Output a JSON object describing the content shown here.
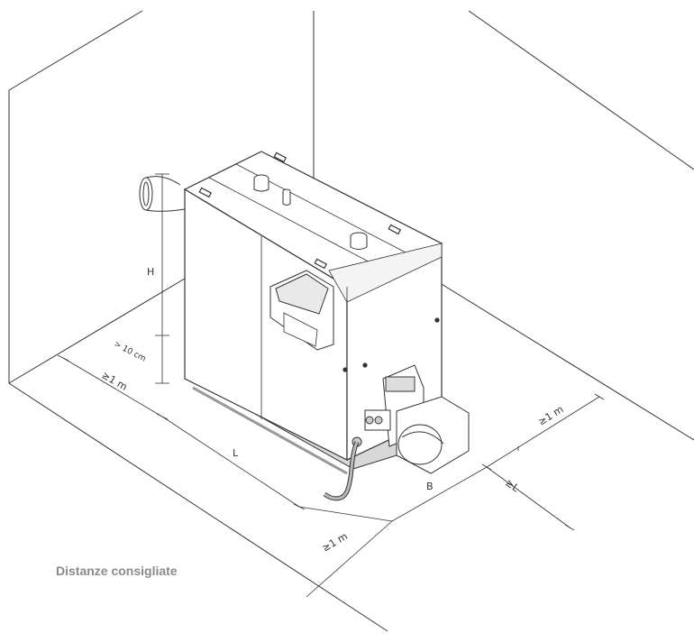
{
  "caption": "Distanze consigliate",
  "labels": {
    "height": "H",
    "clearance_floor": "> 10 cm",
    "clearance_left_side": "≥1 m",
    "length": "L",
    "clearance_front": "≥1 m",
    "width": "B",
    "clearance_rear": "≥1 m",
    "burner_clearance": "≥L"
  },
  "colors": {
    "line": "#333333",
    "caption": "#8a8a8a",
    "base_shadow": "#d8d8d8",
    "panel": "#ffffff"
  }
}
